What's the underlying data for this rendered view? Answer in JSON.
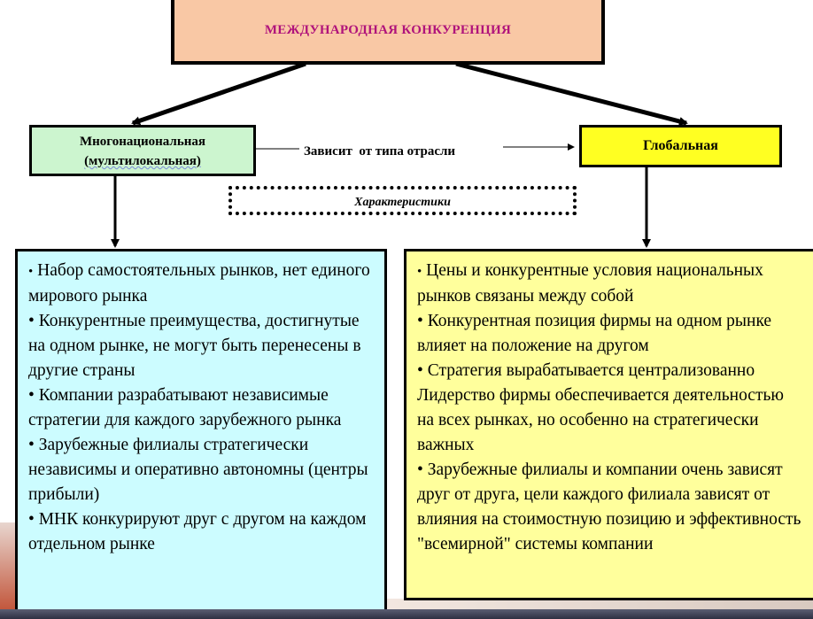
{
  "title": "МЕЖДУНАРОДНАЯ КОНКУРЕНЦИЯ",
  "left_header": {
    "line1": "Многонациональная",
    "line2": "(мультилокальная)"
  },
  "right_header": "Глобальная",
  "depends_label": "Зависит  от типа отрасли",
  "characteristics_label": "Характеристики",
  "left_items": [
    "Набор самостоятельных рынков, нет единого мирового рынка",
    "Конкурентные преимущества, достигнутые на одном рынке, не могут быть перенесены в другие страны",
    "Компании разрабатывают независимые стратегии для каждого зарубежного рынка",
    "Зарубежные филиалы стратегически независимы и оперативно автономны (центры прибыли)",
    "МНК конкурируют друг с другом на каждом отдельном рынке"
  ],
  "right_items": [
    "Цены и конкурентные условия национальных рынков связаны между собой",
    "Конкурентная позиция фирмы на одном рынке влияет на положение на другом",
    "Стратегия вырабатывается централизованно   Лидерство фирмы обеспечивается деятельностью на всех рынках, но особенно на стратегически важных",
    "Зарубежные филиалы и компании очень зависят друг от друга, цели каждого филиала зависят  от влияния на стоимостную позицию и эффективность \"всемирной\" системы компании"
  ]
}
